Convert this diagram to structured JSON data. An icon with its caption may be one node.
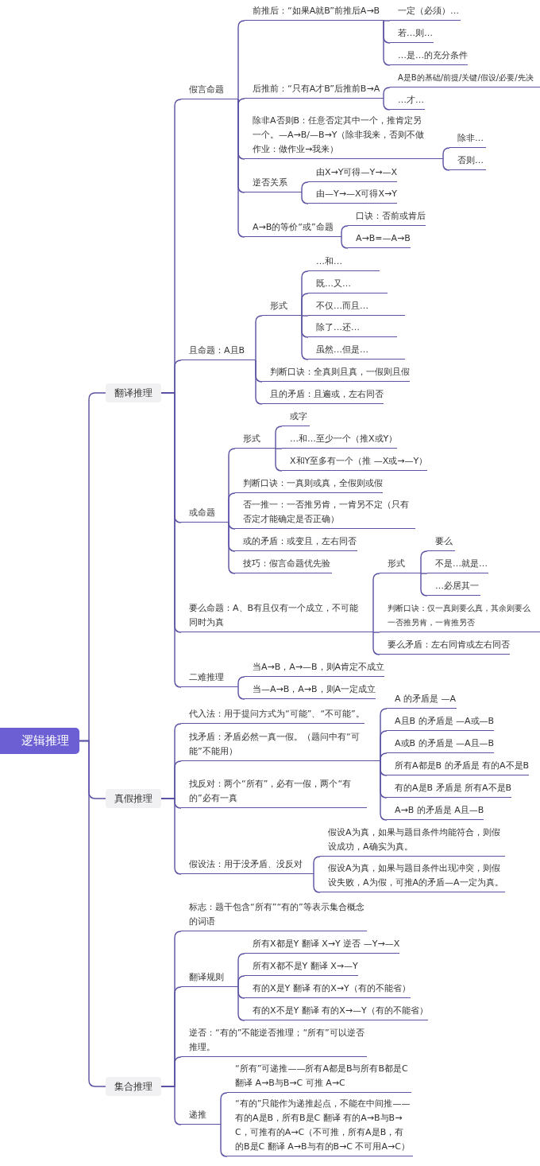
{
  "diagram": {
    "nodes": [
      {
        "text": [
          "逻辑推理"
        ]
      },
      {
        "text": [
          "翻译推理"
        ]
      },
      {
        "text": [
          "假言命题"
        ]
      },
      {
        "text": [
          "前推后：“如果A就B”前推后A→B"
        ]
      },
      {
        "text": [
          "一定（必须）…"
        ]
      },
      {
        "text": [
          "若…则…"
        ]
      },
      {
        "text": [
          "…是…的充分条件"
        ]
      },
      {
        "text": [
          "后推前：“只有A才B”后推前B→A"
        ]
      },
      {
        "text": [
          "A是B的基础/前提/关键/假设/必要/先决"
        ]
      },
      {
        "text": [
          "…才…"
        ]
      },
      {
        "text": [
          "除非A否则B：任意否定其中一个，推肯定另一个。—A→B/—B→Y（除非我来，否则不做作业：做作业→我来）"
        ]
      },
      {
        "text": [
          "除非…"
        ]
      },
      {
        "text": [
          "否则…"
        ]
      },
      {
        "text": [
          "逆否关系"
        ]
      },
      {
        "text": [
          "由X→Y可得—Y→—X"
        ]
      },
      {
        "text": [
          "由—Y→—X可得X→Y"
        ]
      },
      {
        "text": [
          "A→B的等价“或”命题"
        ]
      },
      {
        "text": [
          "口诀：否前或肯后"
        ]
      },
      {
        "text": [
          "A→B=—A→B"
        ]
      },
      {
        "text": [
          "且命题：A且B"
        ]
      },
      {
        "text": [
          "形式"
        ]
      },
      {
        "text": [
          "…和…"
        ]
      },
      {
        "text": [
          "既…又…"
        ]
      },
      {
        "text": [
          "不仅…而且…"
        ]
      },
      {
        "text": [
          "除了…还…"
        ]
      },
      {
        "text": [
          "虽然…但是…"
        ]
      },
      {
        "text": [
          "判断口诀：全真则且真，一假则且假"
        ]
      },
      {
        "text": [
          "且的矛盾：且遍或，左右同否"
        ]
      },
      {
        "text": [
          "或命题"
        ]
      },
      {
        "text": [
          "形式"
        ]
      },
      {
        "text": [
          "或字"
        ]
      },
      {
        "text": [
          "…和…至少一个（推X或Y）"
        ]
      },
      {
        "text": [
          "X和Y至多有一个（推 —X或→—Y）"
        ]
      },
      {
        "text": [
          "判断口诀：一真则或真，全假则或假"
        ]
      },
      {
        "text": [
          "否一推一：一否推另肯，一肯另不定（只有否定才能确定是否正确）"
        ]
      },
      {
        "text": [
          "或的矛盾：或变且，左右同否"
        ]
      },
      {
        "text": [
          "技巧：假言命题优先验"
        ]
      },
      {
        "text": [
          "要么命题：A、B有且仅有一个成立，不可能同时为真"
        ]
      },
      {
        "text": [
          "形式"
        ]
      },
      {
        "text": [
          "要么"
        ]
      },
      {
        "text": [
          "不是…就是…"
        ]
      },
      {
        "text": [
          "…必居其一"
        ]
      },
      {
        "text": [
          "判断口诀：仅一真则要么真，其余则要么一否推另肯，一肯推另否"
        ]
      },
      {
        "text": [
          "要么矛盾：左右同肯或左右同否"
        ]
      },
      {
        "text": [
          "二难推理"
        ]
      },
      {
        "text": [
          "当A→B，A→—B，则A肯定不成立"
        ]
      },
      {
        "text": [
          "当—A→B，A→B，则A一定成立"
        ]
      },
      {
        "text": [
          "真假推理"
        ]
      },
      {
        "text": [
          "代入法：用于提问方式为“可能”、“不可能”。"
        ]
      },
      {
        "text": [
          "找矛盾：矛盾必然一真一假。（题问中有“可能”不能用）"
        ]
      },
      {
        "text": [
          "A 的矛盾是 —A"
        ]
      },
      {
        "text": [
          "A且B 的矛盾是 —A或—B"
        ]
      },
      {
        "text": [
          "A或B 的矛盾是 —A且—B"
        ]
      },
      {
        "text": [
          "所有A都是B 的矛盾是 有的A不是B"
        ]
      },
      {
        "text": [
          "有的A是B 矛盾是 所有A不是B"
        ]
      },
      {
        "text": [
          "A→B 的矛盾是 A且—B"
        ]
      },
      {
        "text": [
          "找反对：两个“所有”，必有一假，两个“有的”必有一真"
        ]
      },
      {
        "text": [
          "假设法：用于没矛盾、没反对"
        ]
      },
      {
        "text": [
          "假设A为真，如果与题目条件均能符合，则假设成功，A确实为真。"
        ]
      },
      {
        "text": [
          "假设A为真，如果与题目条件出现冲突，则假设失败，A为假，可推A的矛盾—A一定为真。"
        ]
      },
      {
        "text": [
          "集合推理"
        ]
      },
      {
        "text": [
          "标志：题干包含“所有”“有的”等表示集合概念的词语"
        ]
      },
      {
        "text": [
          "翻译规则"
        ]
      },
      {
        "text": [
          "所有X都是Y 翻译 X→Y 逆否 —Y→—X"
        ]
      },
      {
        "text": [
          "所有X都不是Y 翻译 X→—Y"
        ]
      },
      {
        "text": [
          "有的X是Y 翻译 有的X→Y（有的不能省）"
        ]
      },
      {
        "text": [
          "有的X不是Y 翻译 有的X→—Y（有的不能省）"
        ]
      },
      {
        "text": [
          "逆否：“有的”不能逆否推理；“所有”可以逆否推理。"
        ]
      },
      {
        "text": [
          "递推"
        ]
      },
      {
        "text": [
          "“所有”可递推——所有A都是B与所有B都是C 翻译 A→B与B→C 可推 A→C"
        ]
      },
      {
        "text": [
          "“有的”只能作为递推起点，不能在中间推——有的A是B，所有B是C 翻译 有的A→B与B→C，可推有的A→C（不可推，所有A是B，有的B是C 翻译 A→B与有的B→C 不可用A→C）"
        ]
      }
    ],
    "edges": [
      {
        "from": 0,
        "to": 1,
        "arrow": "none"
      },
      {
        "from": 0,
        "to": 47,
        "arrow": "none"
      },
      {
        "from": 0,
        "to": 60,
        "arrow": "none"
      },
      {
        "from": 1,
        "to": 2,
        "arrow": "none"
      },
      {
        "from": 1,
        "to": 19,
        "arrow": "none"
      },
      {
        "from": 1,
        "to": 28,
        "arrow": "none"
      },
      {
        "from": 1,
        "to": 37,
        "arrow": "none"
      },
      {
        "from": 1,
        "to": 44,
        "arrow": "none"
      },
      {
        "from": 2,
        "to": 3,
        "arrow": "none"
      },
      {
        "from": 2,
        "to": 7,
        "arrow": "none"
      },
      {
        "from": 2,
        "to": 10,
        "arrow": "none"
      },
      {
        "from": 2,
        "to": 13,
        "arrow": "none"
      },
      {
        "from": 2,
        "to": 16,
        "arrow": "none"
      },
      {
        "from": 3,
        "to": 4,
        "arrow": "none"
      },
      {
        "from": 3,
        "to": 5,
        "arrow": "none"
      },
      {
        "from": 3,
        "to": 6,
        "arrow": "none"
      },
      {
        "from": 7,
        "to": 8,
        "arrow": "none"
      },
      {
        "from": 7,
        "to": 9,
        "arrow": "none"
      },
      {
        "from": 10,
        "to": 11,
        "arrow": "none"
      },
      {
        "from": 10,
        "to": 12,
        "arrow": "none"
      },
      {
        "from": 13,
        "to": 14,
        "arrow": "none"
      },
      {
        "from": 13,
        "to": 15,
        "arrow": "none"
      },
      {
        "from": 16,
        "to": 17,
        "arrow": "none"
      },
      {
        "from": 16,
        "to": 18,
        "arrow": "none"
      },
      {
        "from": 19,
        "to": 20,
        "arrow": "none"
      },
      {
        "from": 19,
        "to": 26,
        "arrow": "none"
      },
      {
        "from": 19,
        "to": 27,
        "arrow": "none"
      },
      {
        "from": 20,
        "to": 21,
        "arrow": "none"
      },
      {
        "from": 20,
        "to": 22,
        "arrow": "none"
      },
      {
        "from": 20,
        "to": 23,
        "arrow": "none"
      },
      {
        "from": 20,
        "to": 24,
        "arrow": "none"
      },
      {
        "from": 20,
        "to": 25,
        "arrow": "none"
      },
      {
        "from": 28,
        "to": 29,
        "arrow": "none"
      },
      {
        "from": 28,
        "to": 33,
        "arrow": "none"
      },
      {
        "from": 28,
        "to": 34,
        "arrow": "none"
      },
      {
        "from": 28,
        "to": 35,
        "arrow": "none"
      },
      {
        "from": 28,
        "to": 36,
        "arrow": "none"
      },
      {
        "from": 29,
        "to": 30,
        "arrow": "none"
      },
      {
        "from": 29,
        "to": 31,
        "arrow": "none"
      },
      {
        "from": 29,
        "to": 32,
        "arrow": "none"
      },
      {
        "from": 37,
        "to": 38,
        "arrow": "none"
      },
      {
        "from": 37,
        "to": 42,
        "arrow": "none"
      },
      {
        "from": 37,
        "to": 43,
        "arrow": "none"
      },
      {
        "from": 38,
        "to": 39,
        "arrow": "none"
      },
      {
        "from": 38,
        "to": 40,
        "arrow": "none"
      },
      {
        "from": 38,
        "to": 41,
        "arrow": "none"
      },
      {
        "from": 44,
        "to": 45,
        "arrow": "none"
      },
      {
        "from": 44,
        "to": 46,
        "arrow": "none"
      },
      {
        "from": 47,
        "to": 48,
        "arrow": "none"
      },
      {
        "from": 47,
        "to": 49,
        "arrow": "none"
      },
      {
        "from": 47,
        "to": 56,
        "arrow": "none"
      },
      {
        "from": 47,
        "to": 57,
        "arrow": "none"
      },
      {
        "from": 49,
        "to": 50,
        "arrow": "none"
      },
      {
        "from": 49,
        "to": 51,
        "arrow": "none"
      },
      {
        "from": 49,
        "to": 52,
        "arrow": "none"
      },
      {
        "from": 49,
        "to": 53,
        "arrow": "none"
      },
      {
        "from": 49,
        "to": 54,
        "arrow": "none"
      },
      {
        "from": 49,
        "to": 55,
        "arrow": "none"
      },
      {
        "from": 57,
        "to": 58,
        "arrow": "none"
      },
      {
        "from": 57,
        "to": 59,
        "arrow": "none"
      },
      {
        "from": 60,
        "to": 61,
        "arrow": "none"
      },
      {
        "from": 60,
        "to": 62,
        "arrow": "none"
      },
      {
        "from": 60,
        "to": 67,
        "arrow": "none"
      },
      {
        "from": 60,
        "to": 68,
        "arrow": "none"
      },
      {
        "from": 62,
        "to": 63,
        "arrow": "none"
      },
      {
        "from": 62,
        "to": 64,
        "arrow": "none"
      },
      {
        "from": 62,
        "to": 65,
        "arrow": "none"
      },
      {
        "from": 62,
        "to": 66,
        "arrow": "none"
      },
      {
        "from": 68,
        "to": 69,
        "arrow": "none"
      },
      {
        "from": 68,
        "to": 70,
        "arrow": "none"
      }
    ]
  }
}
